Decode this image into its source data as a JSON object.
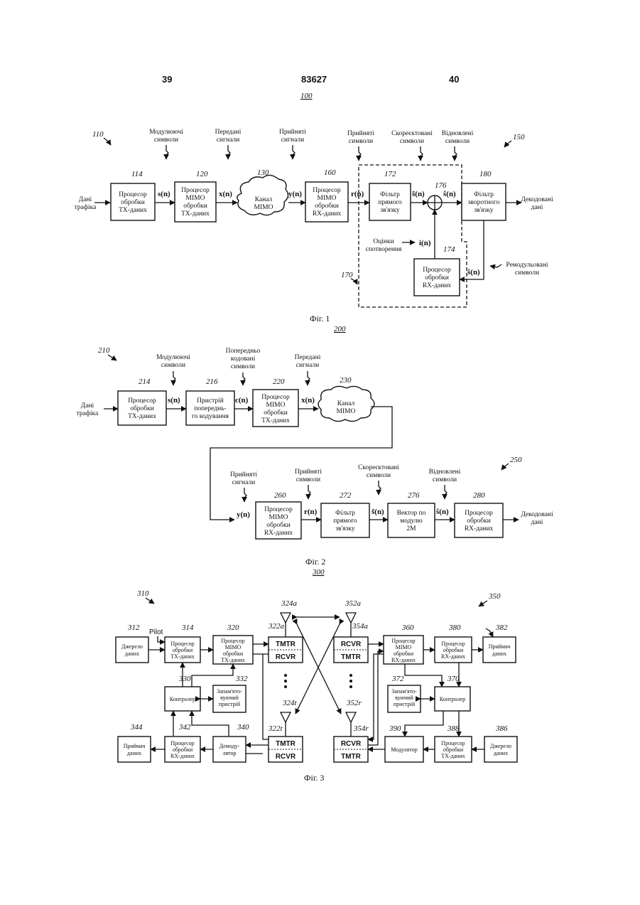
{
  "header": {
    "left_page": "39",
    "patent_number": "83627",
    "right_page": "40"
  },
  "fig1": {
    "ref": "100",
    "sys_ref": "110",
    "rx_ref": "150",
    "dashed_ref": "170",
    "caption": "Фіг. 1",
    "input_label": [
      "Дані",
      "трафіка"
    ],
    "output_label": [
      "Декодовані",
      "дані"
    ],
    "top_labels": {
      "mod_symbols": [
        "Модулюючі",
        "символи"
      ],
      "tx_signals": [
        "Передані",
        "сигнали"
      ],
      "rx_signals": [
        "Прийняті",
        "сигнали"
      ],
      "rx_symbols": [
        "Прийняті",
        "символи"
      ],
      "corr_symbols": [
        "Скореєктовані",
        "символи"
      ],
      "rec_symbols": [
        "Відновлені",
        "символи"
      ]
    },
    "blocks": {
      "b114": {
        "ref": "114",
        "text": [
          "Процесор",
          "обробки",
          "TX-даних"
        ]
      },
      "b120": {
        "ref": "120",
        "text": [
          "Процесор",
          "MIMO",
          "обробки",
          "TX-даних"
        ]
      },
      "b130": {
        "ref": "130",
        "text": [
          "Канал",
          "MIMO"
        ]
      },
      "b160": {
        "ref": "160",
        "text": [
          "Процесор",
          "MIMO",
          "обробки",
          "RX-даних"
        ]
      },
      "b172": {
        "ref": "172",
        "text": [
          "Фільтр",
          "прямого",
          "зв'язку"
        ]
      },
      "b176": {
        "ref": "176"
      },
      "b180": {
        "ref": "180",
        "text": [
          "Фільтр",
          "зворотного",
          "зв'язку"
        ]
      },
      "b174": {
        "ref": "174",
        "text": [
          "Процесор",
          "обробки",
          "RX-даних"
        ]
      }
    },
    "signals": {
      "s": "s(n)",
      "x": "x(n)",
      "y": "y(n)",
      "r": "r(n)",
      "s_tilde": "s̃(n)",
      "s_hat": "ŝ(n)",
      "i": "i(n)",
      "s_check": "š(n)"
    },
    "distortion_label": [
      "Оцінки",
      "спотворення"
    ],
    "remod_label": [
      "Ремодульовані",
      "символи"
    ]
  },
  "fig2": {
    "ref": "200",
    "sys_ref": "210",
    "rx_ref": "250",
    "caption": "Фіг. 2",
    "input_label": [
      "Дані",
      "трафіка"
    ],
    "output_label": [
      "Декодовані",
      "дані"
    ],
    "top_labels": {
      "mod_symbols": [
        "Модулюючі",
        "символи"
      ],
      "precoded": [
        "Попередньо",
        "кодовані",
        "символи"
      ],
      "tx_signals": [
        "Передані",
        "сигнали"
      ],
      "rx_signals": [
        "Прийняті",
        "сигнали"
      ],
      "rx_symbols": [
        "Прийняті",
        "символи"
      ],
      "corr_symbols": [
        "Скореєктовані",
        "символи"
      ],
      "rec_symbols": [
        "Відновлені",
        "символи"
      ]
    },
    "blocks": {
      "b214": {
        "ref": "214",
        "text": [
          "Процесор",
          "обробки",
          "TX-даних"
        ]
      },
      "b216": {
        "ref": "216",
        "text": [
          "Пристрій",
          "попереднь-",
          "го кодування"
        ]
      },
      "b220": {
        "ref": "220",
        "text": [
          "Процесор",
          "MIMO",
          "обробки",
          "TX-даних"
        ]
      },
      "b230": {
        "ref": "230",
        "text": [
          "Канал",
          "MIMO"
        ]
      },
      "b260": {
        "ref": "260",
        "text": [
          "Процесор",
          "MIMO",
          "обробки",
          "RX-даних"
        ]
      },
      "b272": {
        "ref": "272",
        "text": [
          "Фільтр",
          "прямого",
          "зв'язку"
        ]
      },
      "b276": {
        "ref": "276",
        "text": [
          "Вектор по",
          "модулю",
          "2M"
        ]
      },
      "b280": {
        "ref": "280",
        "text": [
          "Процесор",
          "обробки",
          "RX-даних"
        ]
      }
    },
    "signals": {
      "s": "s(n)",
      "c": "c(n)",
      "x": "x(n)",
      "y": "y(n)",
      "r": "r(n)",
      "s_tilde": "s̃(n)",
      "s_hat": "ŝ(n)"
    }
  },
  "fig3": {
    "ref": "300",
    "sys_ref": "310",
    "rx_ref": "350",
    "caption": "Фіг. 3",
    "pilot": "Pilot",
    "blocks": {
      "b312": {
        "ref": "312",
        "text": [
          "Джерело",
          "даних"
        ]
      },
      "b314": {
        "ref": "314",
        "text": [
          "Процесор",
          "обробки",
          "TX-даних"
        ]
      },
      "b320": {
        "ref": "320",
        "text": [
          "Процесор",
          "MIMO",
          "обробки",
          "TX-даних"
        ]
      },
      "b330": {
        "ref": "330",
        "text": [
          "Контролер"
        ]
      },
      "b332": {
        "ref": "332",
        "text": [
          "Запам'ято-",
          "вуючий",
          "пристрій"
        ]
      },
      "b344": {
        "ref": "344",
        "text": [
          "Приймач",
          "даних"
        ]
      },
      "b342": {
        "ref": "342",
        "text": [
          "Процесор",
          "обробки",
          "RX-даних"
        ]
      },
      "b340": {
        "ref": "340",
        "text": [
          "Демоду-",
          "лятор"
        ]
      },
      "b360": {
        "ref": "360",
        "text": [
          "Процесор",
          "MIMO",
          "обробки",
          "RX-даних"
        ]
      },
      "b380": {
        "ref": "380",
        "text": [
          "Процесор",
          "обробки",
          "RX-даних"
        ]
      },
      "b382": {
        "ref": "382",
        "text": [
          "Приймач",
          "даних"
        ]
      },
      "b372": {
        "ref": "372",
        "text": [
          "Запам'ято-",
          "вуючий",
          "пристрій"
        ]
      },
      "b370": {
        "ref": "370",
        "text": [
          "Контролер"
        ]
      },
      "b390": {
        "ref": "390",
        "text": [
          "Модулятор"
        ]
      },
      "b388": {
        "ref": "388",
        "text": [
          "Процесор",
          "обробки",
          "TX-даних"
        ]
      },
      "b386": {
        "ref": "386",
        "text": [
          "Джерело",
          "даних"
        ]
      }
    },
    "transceivers": {
      "t322a": {
        "ref": "322a",
        "top": "TMTR",
        "bottom": "RCVR"
      },
      "t322t": {
        "ref": "322t",
        "top": "TMTR",
        "bottom": "RCVR"
      },
      "t354a": {
        "ref": "354a",
        "top": "RCVR",
        "bottom": "TMTR"
      },
      "t354r": {
        "ref": "354r",
        "top": "RCVR",
        "bottom": "TMTR"
      }
    },
    "antennas": {
      "a324a": "324a",
      "a324t": "324t",
      "a352a": "352a",
      "a352r": "352r"
    }
  }
}
